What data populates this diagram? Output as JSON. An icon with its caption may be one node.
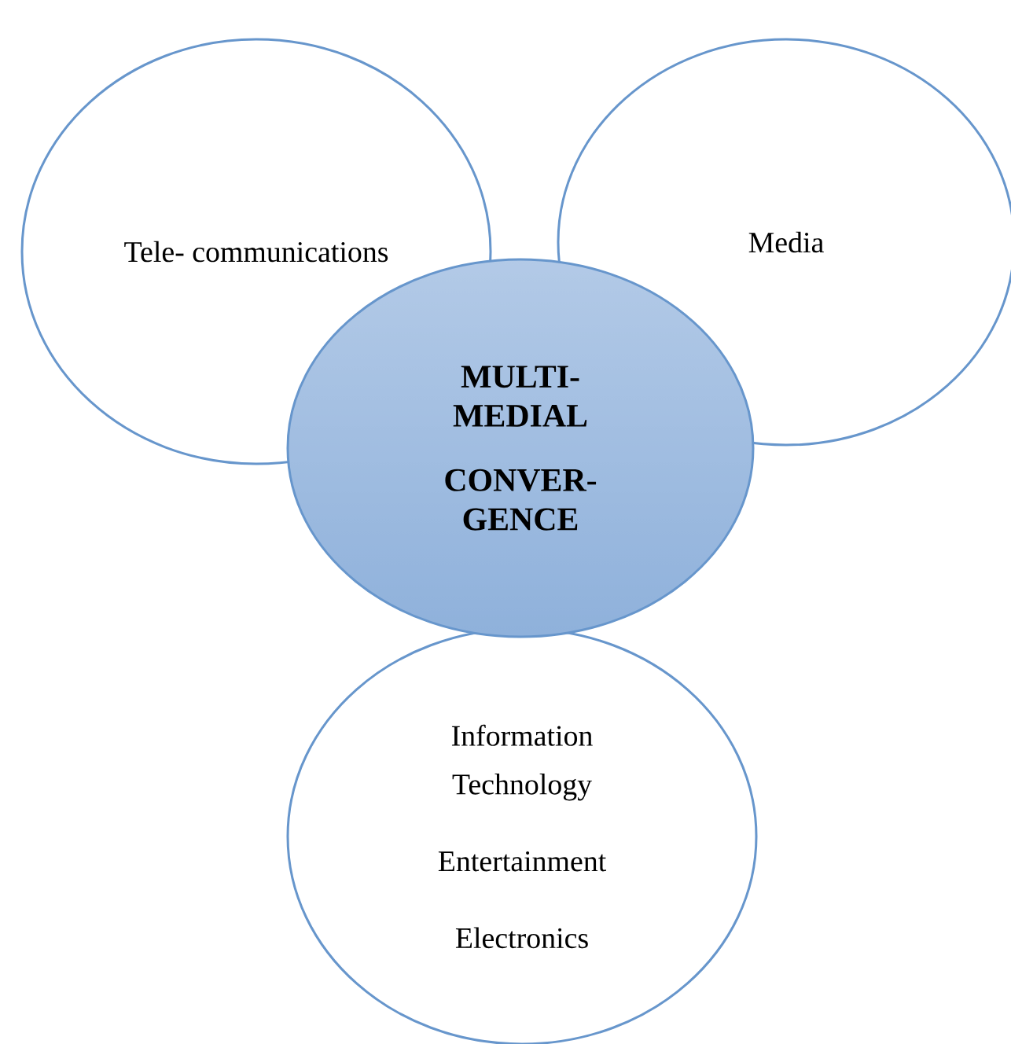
{
  "diagram": {
    "nodes": [
      {
        "text": [
          "Tele- communications"
        ]
      },
      {
        "text": [
          "Media"
        ]
      },
      {
        "text": [
          "MULTI- MEDIAL",
          "CONVER- GENCE"
        ]
      },
      {
        "text": [
          "Information Technology",
          "Entertainment",
          "Electronics"
        ]
      }
    ]
  }
}
